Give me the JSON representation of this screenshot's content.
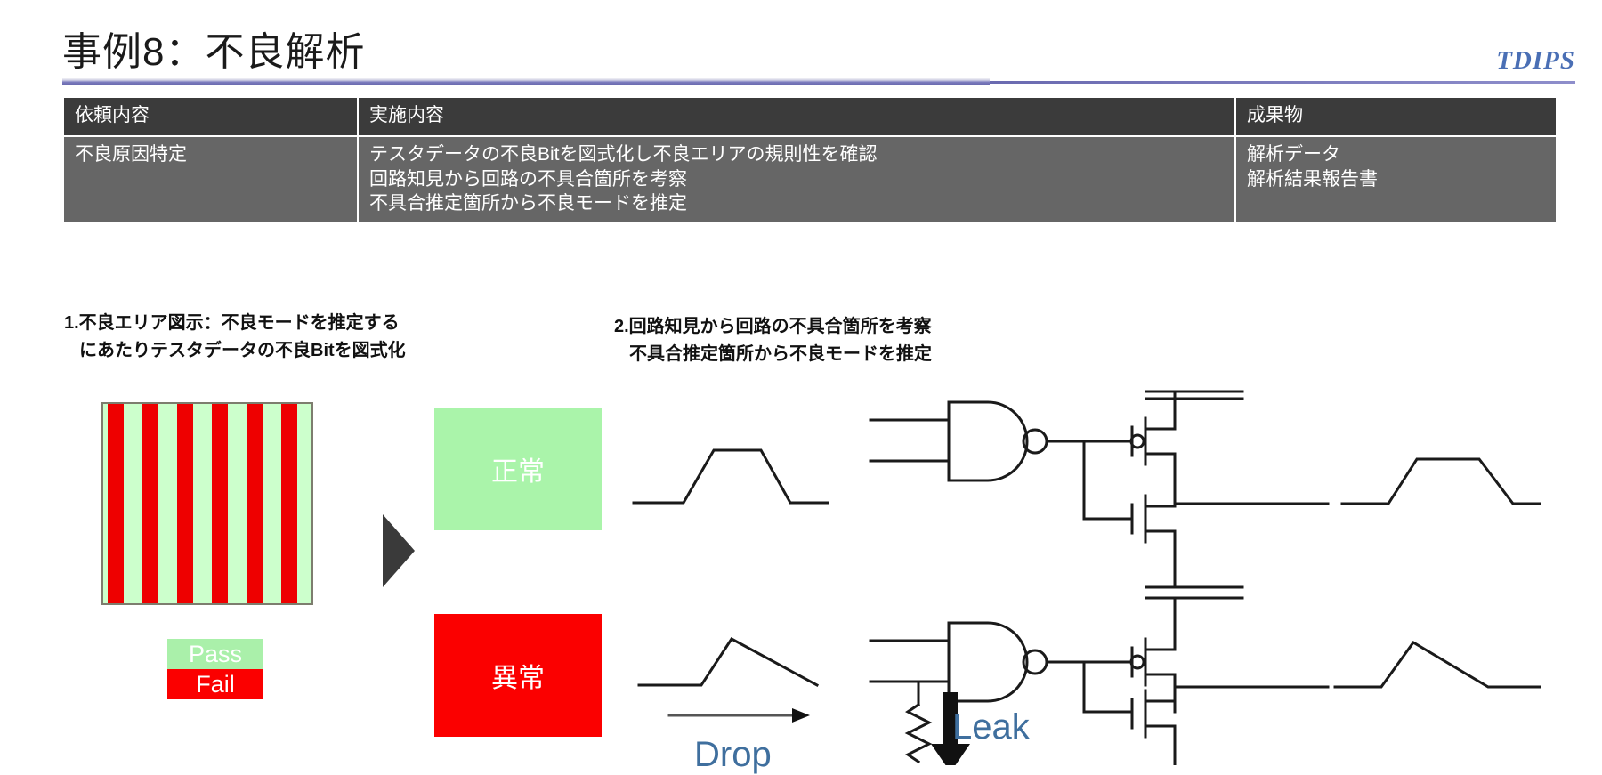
{
  "slide": {
    "title": "事例8：不良解析",
    "brand": "TDIPS"
  },
  "table": {
    "headers": [
      "依頼内容",
      "実施内容",
      "成果物"
    ],
    "row": {
      "request": [
        "不良原因特定"
      ],
      "work": [
        "テスタデータの不良Bitを図式化し不良エリアの規則性を確認",
        "回路知見から回路の不具合箇所を考察",
        "不具合推定箇所から不良モードを推定"
      ],
      "deliverable": [
        "解析データ",
        "解析結果報告書"
      ]
    }
  },
  "sections": [
    {
      "line1": "1.不良エリア図示：不良モードを推定する",
      "line2": "にあたりテスタデータの不良Bitを図式化"
    },
    {
      "line1": "2.回路知見から回路の不具合箇所を考察",
      "line2": "不具合推定箇所から不良モードを推定"
    }
  ],
  "bitmap": {
    "pass_color": "#ccffcc",
    "fail_color": "#ee0000",
    "border_color": "#7d7d6e",
    "fail_stripes": 6,
    "legend": {
      "pass_label": "Pass",
      "fail_label": "Fail",
      "pass_color": "#aaf0aa",
      "fail_color": "#fb0000"
    }
  },
  "states": {
    "normal": {
      "label": "正常",
      "color": "#aaf4aa"
    },
    "abnormal": {
      "label": "異常",
      "color": "#fb0000"
    }
  },
  "annotations": {
    "drop": "Drop",
    "leak": "Leak",
    "color": "#3f6f9e"
  }
}
